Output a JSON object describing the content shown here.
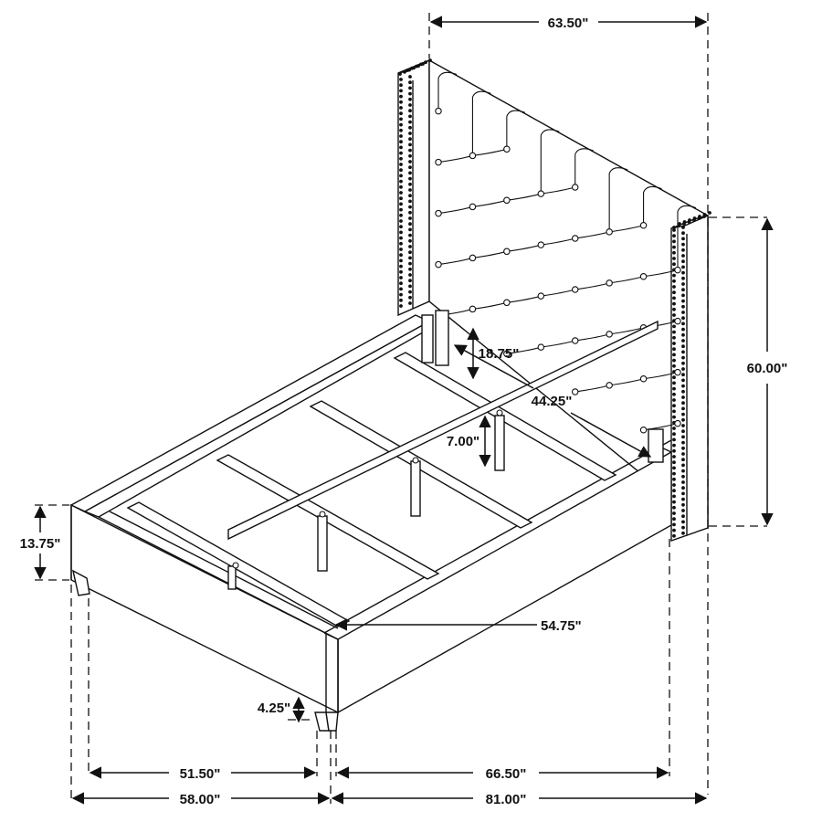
{
  "diagram": {
    "subject": "Upholstered tufted wingback bed with nailhead trim - dimension drawing",
    "line_color": "#111111",
    "background": "#ffffff",
    "dimensions": {
      "headboard_width": "63.50\"",
      "headboard_height": "60.00\"",
      "slat_support_height": "18.75\"",
      "inner_width": "44.25\"",
      "center_leg_height": "7.00\"",
      "footboard_height": "13.75\"",
      "inner_length": "54.75\"",
      "leg_clearance": "4.25\"",
      "inner_footboard_width": "51.50\"",
      "overall_width": "58.00\"",
      "inner_side_length": "66.50\"",
      "overall_length": "81.00\""
    }
  }
}
